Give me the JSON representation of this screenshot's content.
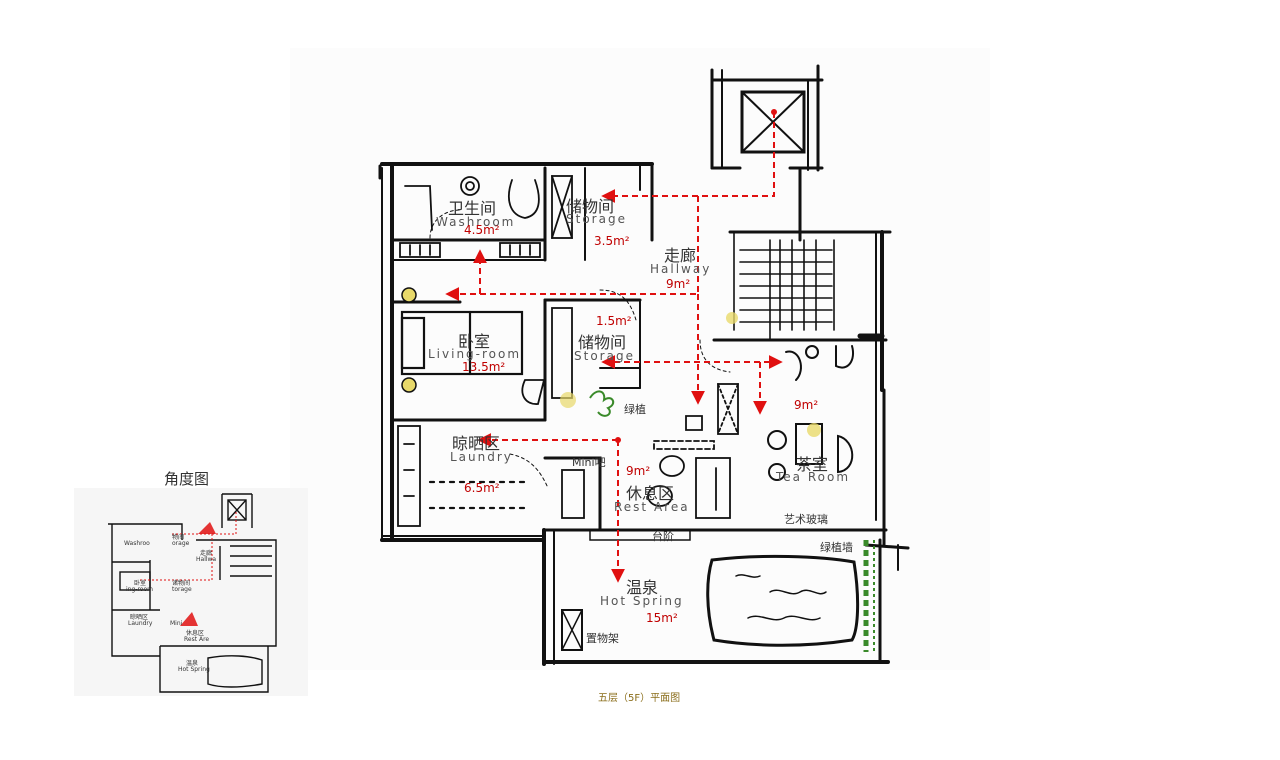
{
  "rooms": {
    "washroom": {
      "cn": "卫生间",
      "en": "Washroom",
      "area": "4.5m²"
    },
    "storage_top": {
      "cn": "储物间",
      "en": "Storage",
      "area": "3.5m²"
    },
    "hallway": {
      "cn": "走廊",
      "en": "Hallway",
      "area": "9m²"
    },
    "bedroom": {
      "cn": "卧室",
      "en": "Living-room",
      "area": "13.5m²"
    },
    "storage_mid": {
      "cn": "储物间",
      "en": "Storage",
      "area": "1.5m²"
    },
    "laundry": {
      "cn": "晾晒区",
      "en": "Laundry",
      "area": "6.5m²"
    },
    "rest_area": {
      "cn": "休息区",
      "en": "Rest Area",
      "area": "9m²"
    },
    "tea_room": {
      "cn": "茶室",
      "en": "Tea Room",
      "area": "9m²"
    },
    "hot_spring": {
      "cn": "温泉",
      "en": "Hot Spring",
      "area": "15m²"
    }
  },
  "notes": {
    "plants": "绿植",
    "mini_bar": "Mini吧",
    "steps": "台阶",
    "art_glass": "艺术玻璃",
    "green_wall": "绿植墙",
    "shelf": "置物架"
  },
  "thumbnail": {
    "title": "角度图",
    "labels": {
      "storage": "物间",
      "storage_en": "orage",
      "washroom_en": "Washroo",
      "hallway": "走廊",
      "hallway_en": "Hallwa",
      "bedroom": "卧室",
      "bedroom_en": "ing-room",
      "storage_mid": "诸物间",
      "storage_mid_en": "torage",
      "laundry": "晾晒区",
      "laundry_en": "Laundry",
      "rest": "休息区",
      "rest_en": "Rest Are",
      "mini": "Mini",
      "hotspring": "温泉",
      "hotspring_en": "Hot Spring"
    }
  },
  "caption": "五层（5F）平面图",
  "colors": {
    "route": "#e01010",
    "wall": "#111111",
    "lamp": "#e8d96a",
    "plant": "#3a8a2a",
    "text_cn": "#333333",
    "area_text": "#c00000",
    "caption": "#8a6d1a"
  }
}
